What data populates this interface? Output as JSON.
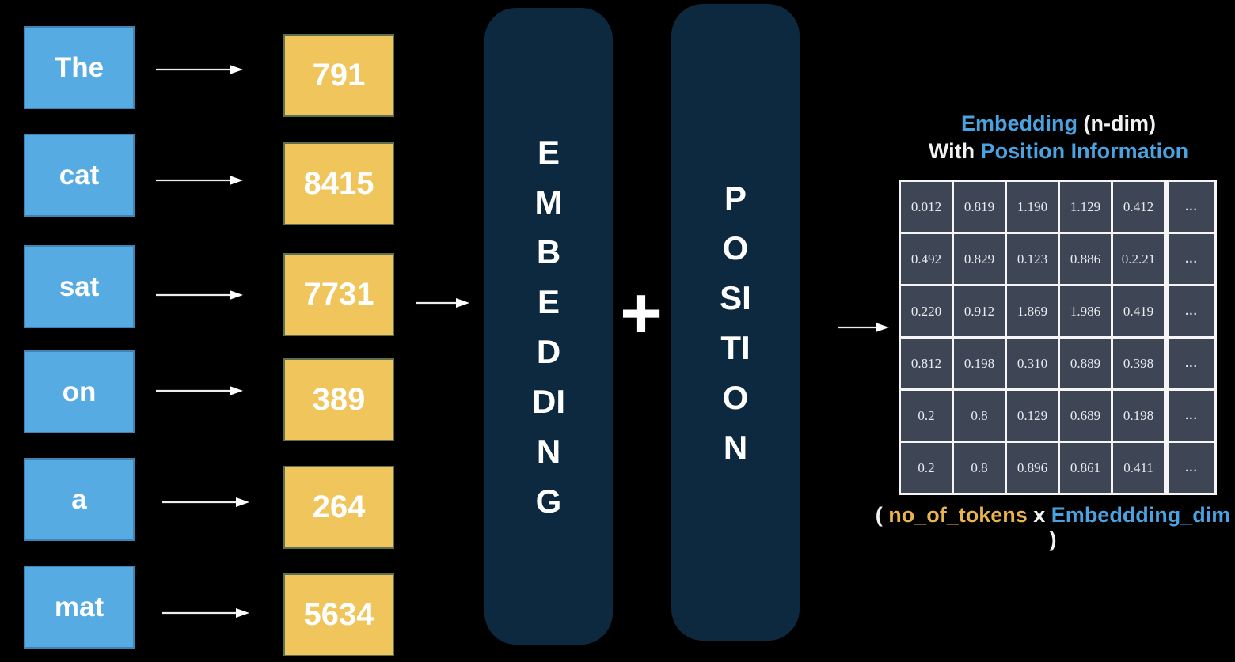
{
  "scene": {
    "background": "#000000",
    "word_box_color": "#57abe3",
    "id_box_color": "#efc55c",
    "block_color": "#0d2940",
    "matrix_cell_color": "#3e4655",
    "accent_blue": "#4aa3e0",
    "accent_orange": "#e9b44c"
  },
  "tokens": {
    "words": [
      "The",
      "cat",
      "sat",
      "on",
      "a",
      "mat"
    ],
    "ids": [
      "791",
      "8415",
      "7731",
      "389",
      "264",
      "5634"
    ]
  },
  "embedding_block": {
    "label": "EMBEDDING"
  },
  "operator": {
    "plus": "+"
  },
  "position_block": {
    "label": "POSITION"
  },
  "result": {
    "title": {
      "line1_blue": "Embedding",
      "line1_white": "(n-dim)",
      "line2_white": "With",
      "line2_blue": "Position Information"
    },
    "matrix": {
      "rows": [
        [
          "0.012",
          "0.819",
          "1.190",
          "1.129",
          "0.412",
          "..."
        ],
        [
          "0.492",
          "0.829",
          "0.123",
          "0.886",
          "0.2.21",
          "..."
        ],
        [
          "0.220",
          "0.912",
          "1.869",
          "1.986",
          "0.419",
          "..."
        ],
        [
          "0.812",
          "0.198",
          "0.310",
          "0.889",
          "0.398",
          "..."
        ],
        [
          "0.2",
          "0.8",
          "0.129",
          "0.689",
          "0.198",
          "..."
        ],
        [
          "0.2",
          "0.8",
          "0.896",
          "0.861",
          "0.411",
          "..."
        ]
      ]
    },
    "caption": {
      "open": "(",
      "tokens_label": "no_of_tokens",
      "times": "x",
      "dim_label": "Embeddding_dim",
      "close": ")"
    }
  }
}
